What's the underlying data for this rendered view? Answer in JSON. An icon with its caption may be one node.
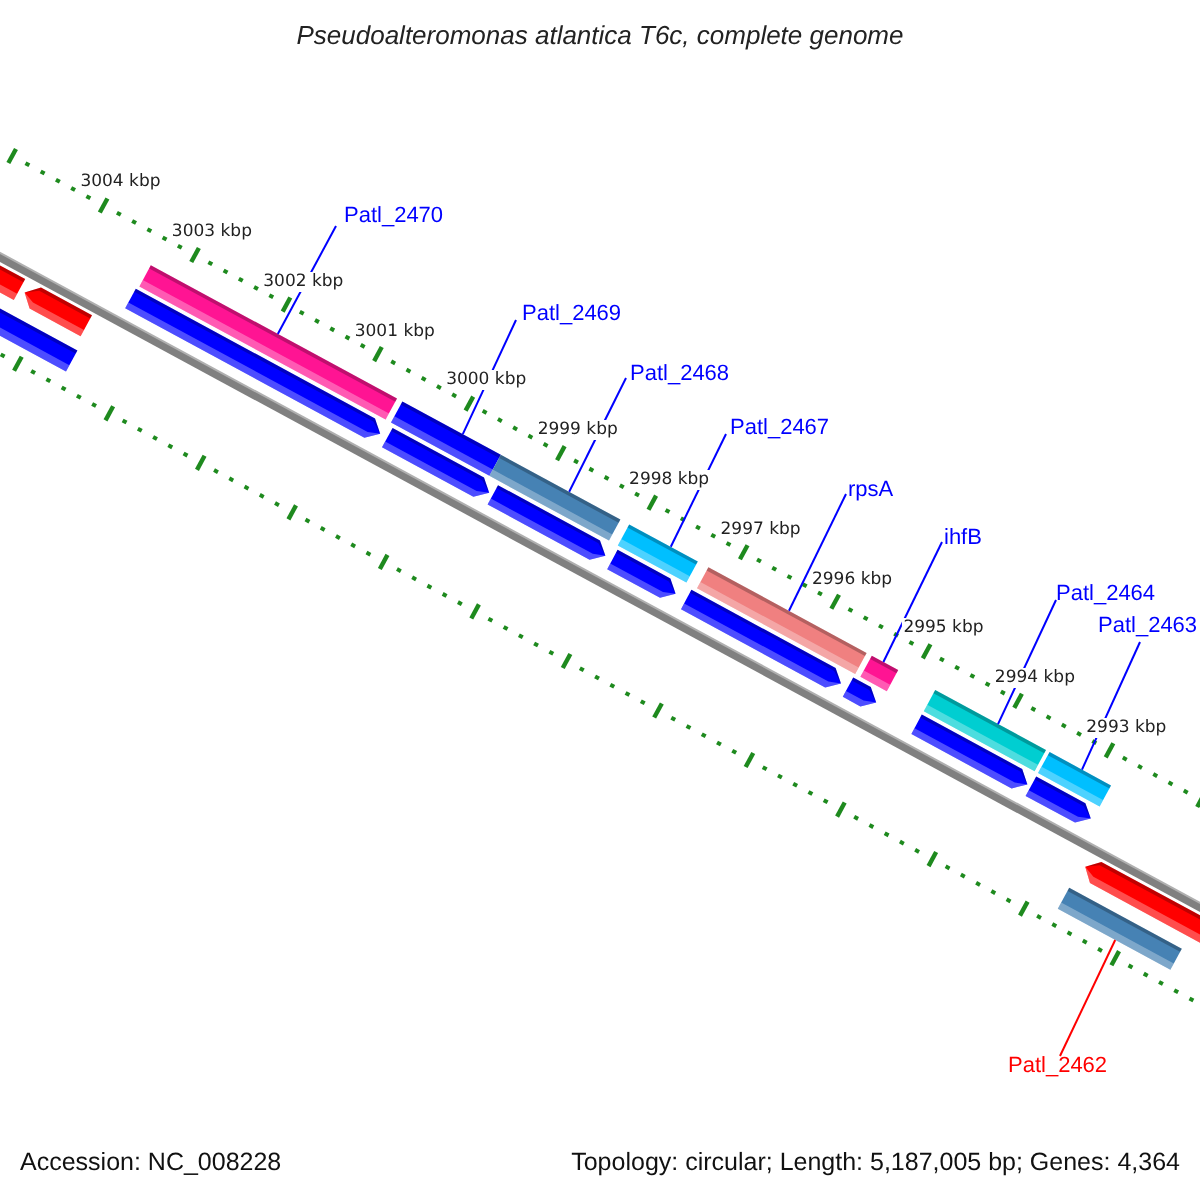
{
  "diagram": {
    "title": "Pseudoalteromonas atlantica T6c, complete genome",
    "nodes": [
      {
        "text": [
          "Patl_2470"
        ]
      },
      {
        "text": [
          "Patl_2469"
        ]
      },
      {
        "text": [
          "Patl_2468"
        ]
      },
      {
        "text": [
          "Patl_2467"
        ]
      },
      {
        "text": [
          "rpsA"
        ]
      },
      {
        "text": [
          "ihfB"
        ]
      },
      {
        "text": [
          "Patl_2464"
        ]
      },
      {
        "text": [
          "Patl_2463"
        ]
      },
      {
        "text": [
          "Patl_2462"
        ]
      },
      {
        "text": [],
        "shape": "bar"
      },
      {
        "text": [],
        "shape": "bar"
      },
      {
        "text": [],
        "shape": "bar"
      },
      {
        "text": [],
        "shape": "bar"
      },
      {
        "text": [],
        "shape": "bar"
      },
      {
        "text": [],
        "shape": "bar"
      },
      {
        "text": [],
        "shape": "bar"
      },
      {
        "text": [],
        "shape": "bar"
      },
      {
        "text": [],
        "shape": "bar"
      },
      {
        "text": [],
        "shape": "bar"
      },
      {
        "text": [],
        "shape": "bar"
      },
      {
        "text": [],
        "shape": "bar"
      },
      {
        "text": [],
        "shape": "bar"
      },
      {
        "text": [],
        "shape": "bar"
      },
      {
        "text": [],
        "shape": "bar"
      },
      {
        "text": [],
        "shape": "bar"
      },
      {
        "text": [],
        "shape": "bar"
      },
      {
        "text": [],
        "shape": "bar"
      },
      {
        "text": [],
        "shape": "bar"
      },
      {
        "text": [],
        "shape": "bar"
      },
      {
        "text": [],
        "shape": "bar"
      }
    ],
    "edges": [
      {
        "from": 0,
        "to": 12,
        "arrow": "none"
      },
      {
        "from": 1,
        "to": 14,
        "arrow": "none"
      },
      {
        "from": 2,
        "to": 16,
        "arrow": "none"
      },
      {
        "from": 3,
        "to": 18,
        "arrow": "none"
      },
      {
        "from": 4,
        "to": 20,
        "arrow": "none"
      },
      {
        "from": 5,
        "to": 22,
        "arrow": "none"
      },
      {
        "from": 6,
        "to": 24,
        "arrow": "none"
      },
      {
        "from": 7,
        "to": 26,
        "arrow": "none"
      },
      {
        "from": 8,
        "to": 28,
        "arrow": "none",
        "color": "#ff0000"
      }
    ],
    "labels": [
      "3004 kbp",
      "3003 kbp",
      "3002 kbp",
      "3001 kbp",
      "3000 kbp",
      "2999 kbp",
      "2998 kbp",
      "2997 kbp",
      "2996 kbp",
      "2995 kbp",
      "2994 kbp",
      "2993 kbp",
      "Accession: NC_008228",
      "Topology: circular; Length: 5,187,005 bp; Genes: 4,364"
    ]
  }
}
